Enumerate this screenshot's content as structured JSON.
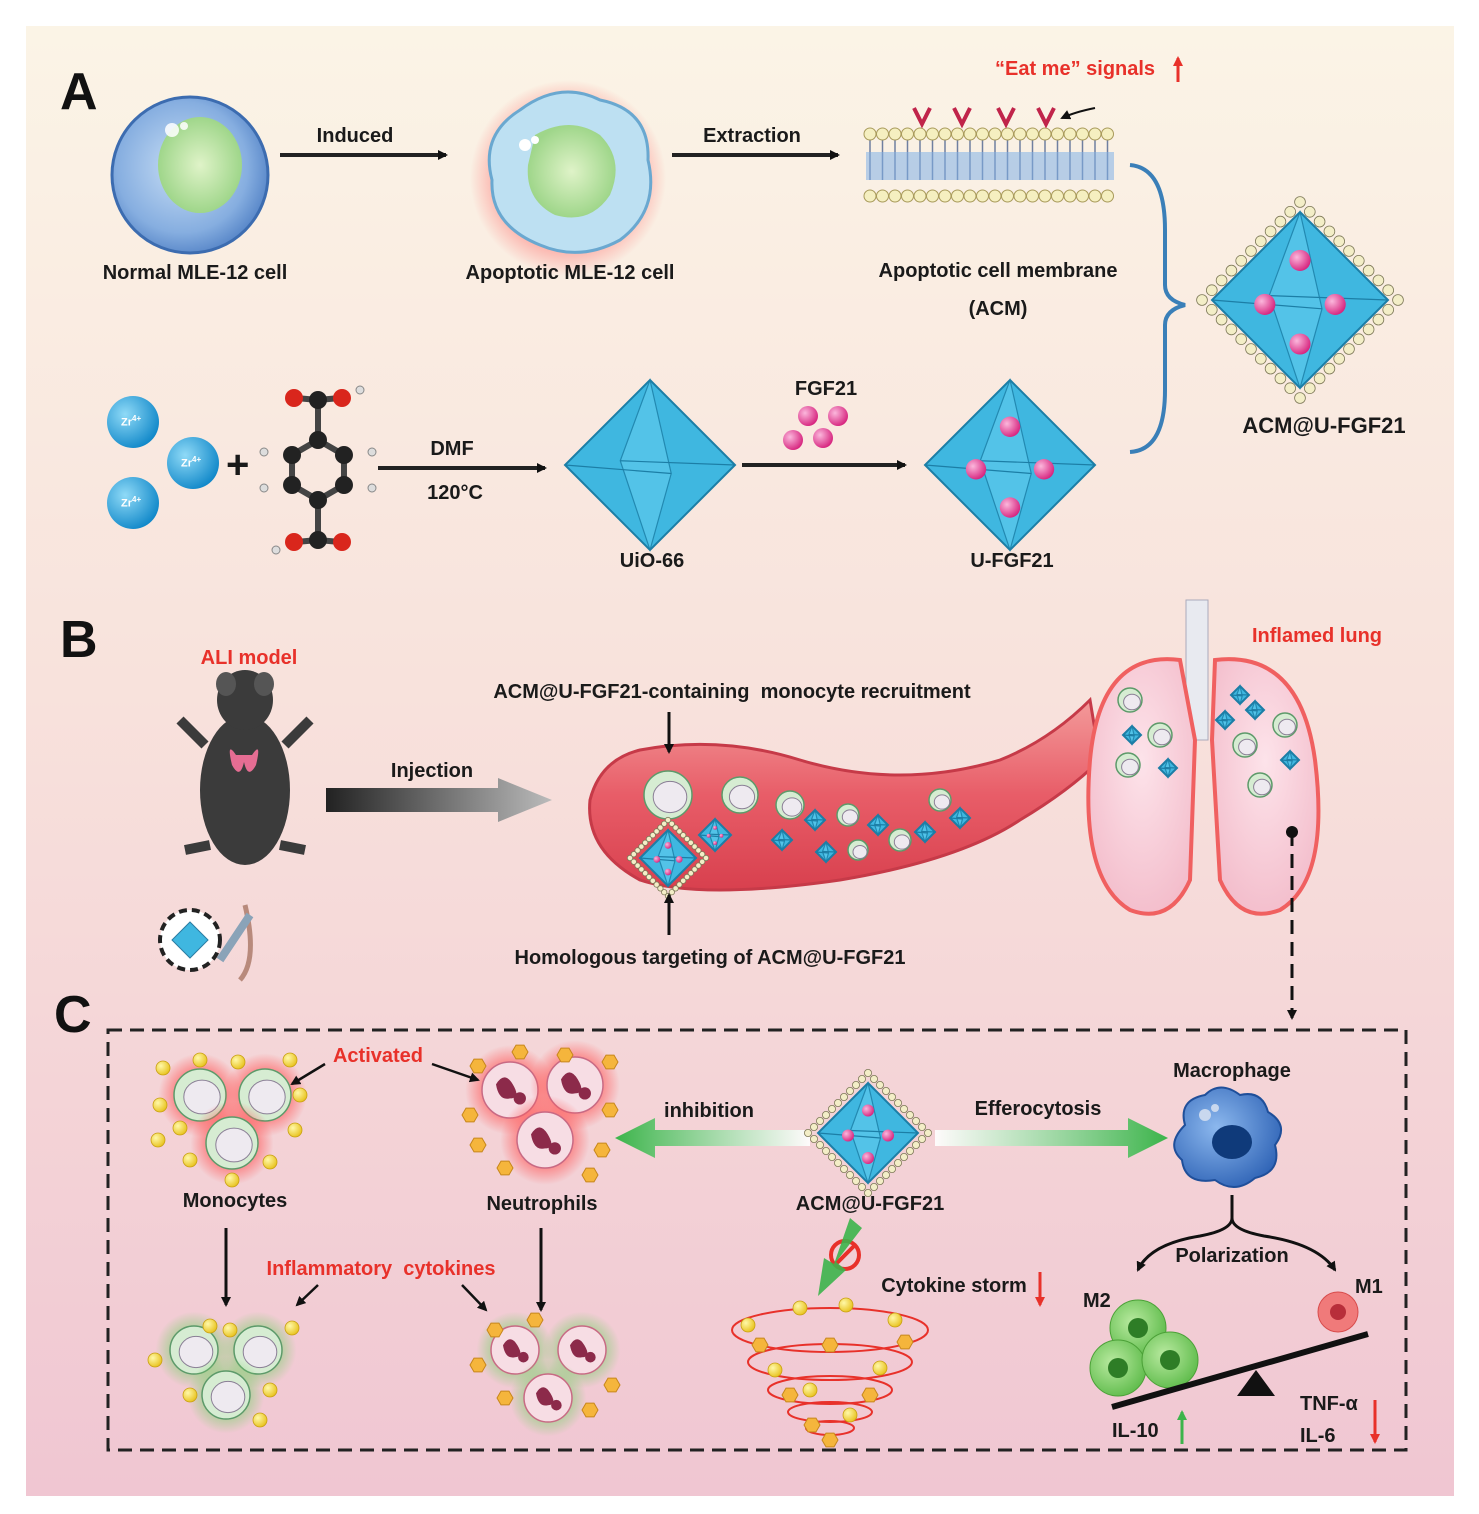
{
  "panels": {
    "a": "A",
    "b": "B",
    "c": "C"
  },
  "panel_a": {
    "normal_cell": "Normal MLE-12 cell",
    "induced": "Induced",
    "apoptotic_cell": "Apoptotic MLE-12 cell",
    "extraction": "Extraction",
    "eat_me": "“Eat me” signals",
    "membrane_line1": "Apoptotic cell membrane",
    "membrane_line2": "(ACM)",
    "zr_ion": "Zr",
    "zr_charge": "4+",
    "plus": "+",
    "dmf": "DMF",
    "temp": "120°C",
    "uio66": "UiO-66",
    "fgf21": "FGF21",
    "u_fgf21": "U-FGF21",
    "product": "ACM@U-FGF21"
  },
  "panel_b": {
    "ali_model": "ALI model",
    "injection": "Injection",
    "recruitment": "ACM@U-FGF21-containing  monocyte recruitment",
    "targeting": "Homologous targeting of ACM@U-FGF21",
    "inflamed_lung": "Inflamed lung"
  },
  "panel_c": {
    "activated": "Activated",
    "monocytes": "Monocytes",
    "neutrophils": "Neutrophils",
    "inhibition": "inhibition",
    "nanoparticle": "ACM@U-FGF21",
    "efferocytosis": "Efferocytosis",
    "macrophage": "Macrophage",
    "polarization": "Polarization",
    "inflammatory": "Inflammatory  cytokines",
    "cytokine_storm": "Cytokine storm",
    "m2": "M2",
    "m1": "M1",
    "il10": "IL-10",
    "tnfa": "TNF-α",
    "il6": "IL-6"
  },
  "colors": {
    "accent_red": "#e8312a",
    "octahedron": "#3fb7e0",
    "payload": "#e0408c",
    "arrow_green": "#3cb44b",
    "macrophage": "#2f6fc2"
  }
}
